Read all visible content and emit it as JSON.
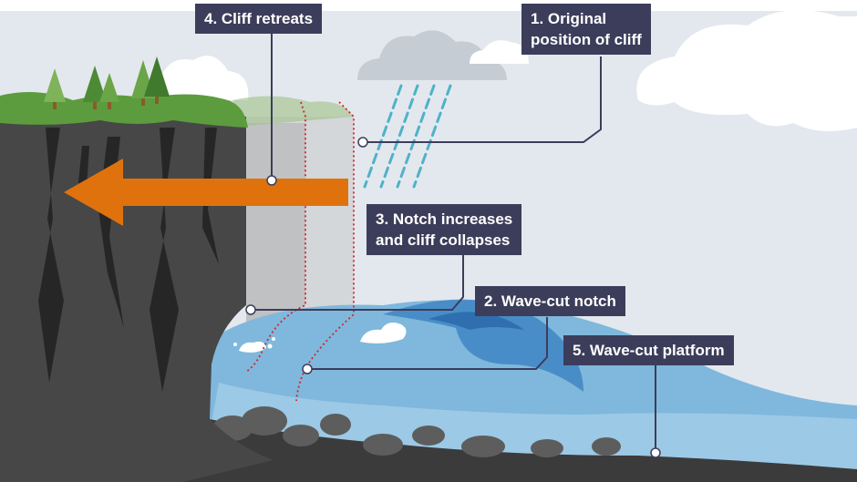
{
  "labels": {
    "original_position": {
      "line1": "1. Original",
      "line2": "position of cliff"
    },
    "wave_cut_notch": "2. Wave-cut notch",
    "notch_increases": {
      "line1": "3. Notch increases",
      "line2": "and cliff collapses"
    },
    "cliff_retreats": "4. Cliff retreats",
    "wave_cut_platform": "5. Wave-cut platform"
  },
  "colors": {
    "label_bg": "#3c3d5a",
    "label_text": "#ffffff",
    "sky": "#e3e8ee",
    "cliff": "#474747",
    "grass": "#5c9c3e",
    "arrow": "#e0720e",
    "sea": "#7fb8dc",
    "guide_line": "#d2232a"
  }
}
